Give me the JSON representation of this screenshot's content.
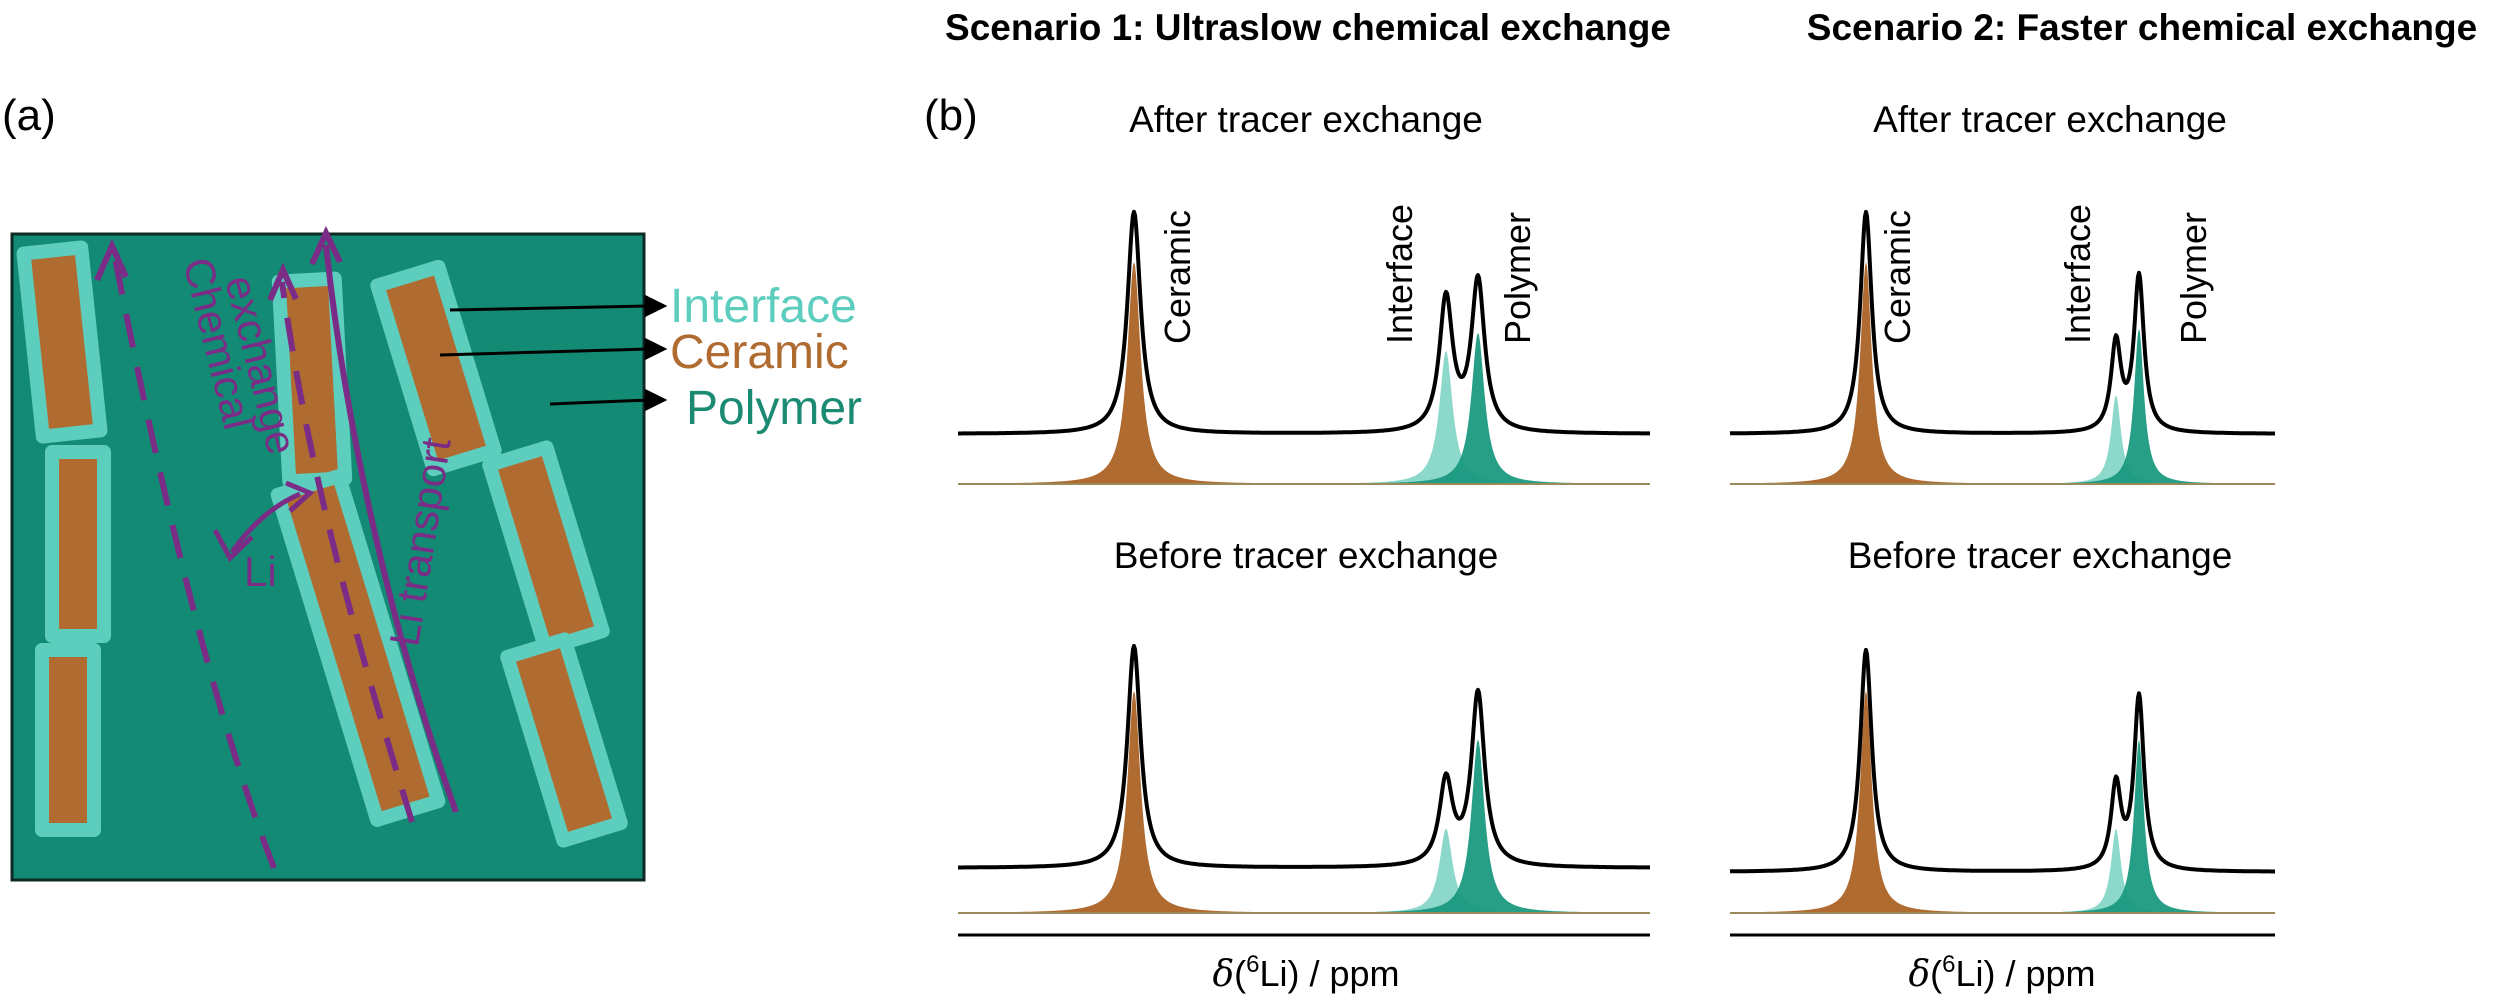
{
  "headings": {
    "scenario1": "Scenario 1: Ultraslow chemical exchange",
    "scenario2": "Scenario 2: Faster chemical exchange"
  },
  "panel_a": {
    "tag": "(a)",
    "legend": {
      "interface": "Interface",
      "ceramic": "Ceramic",
      "polymer": "Polymer"
    },
    "annotations": {
      "chemical": "Chemical",
      "exchange": "exchange",
      "li": "Li",
      "li_transport": "Li transport"
    }
  },
  "panel_b": {
    "tag": "(b)",
    "after": "After tracer exchange",
    "before": "Before tracer exchange",
    "peak_labels": {
      "ceramic": "Ceramic",
      "interface": "Interface",
      "polymer": "Polymer"
    },
    "axis_label_symbol": "δ",
    "axis_label_open": "(",
    "axis_label_sup": "6",
    "axis_label_rest": "Li) / ppm"
  },
  "colors": {
    "polymer_bg": "#138a73",
    "interface": "#5dcdbe",
    "ceramic": "#b06b30",
    "purple": "#7a2c86",
    "interface_fill": "#7fd4c4",
    "polymer_fill": "#1b9980",
    "ceramic_fill": "#b06b30"
  },
  "spectra": [
    {
      "scenario": 1,
      "state": "after",
      "ceramic": 1.0,
      "interface": 0.6,
      "polymer": 0.68
    },
    {
      "scenario": 2,
      "state": "after",
      "ceramic": 1.0,
      "interface": 0.4,
      "polymer": 0.7
    },
    {
      "scenario": 1,
      "state": "before",
      "ceramic": 1.0,
      "interface": 0.38,
      "polymer": 0.78
    },
    {
      "scenario": 2,
      "state": "before",
      "ceramic": 1.0,
      "interface": 0.38,
      "polymer": 0.78
    }
  ]
}
